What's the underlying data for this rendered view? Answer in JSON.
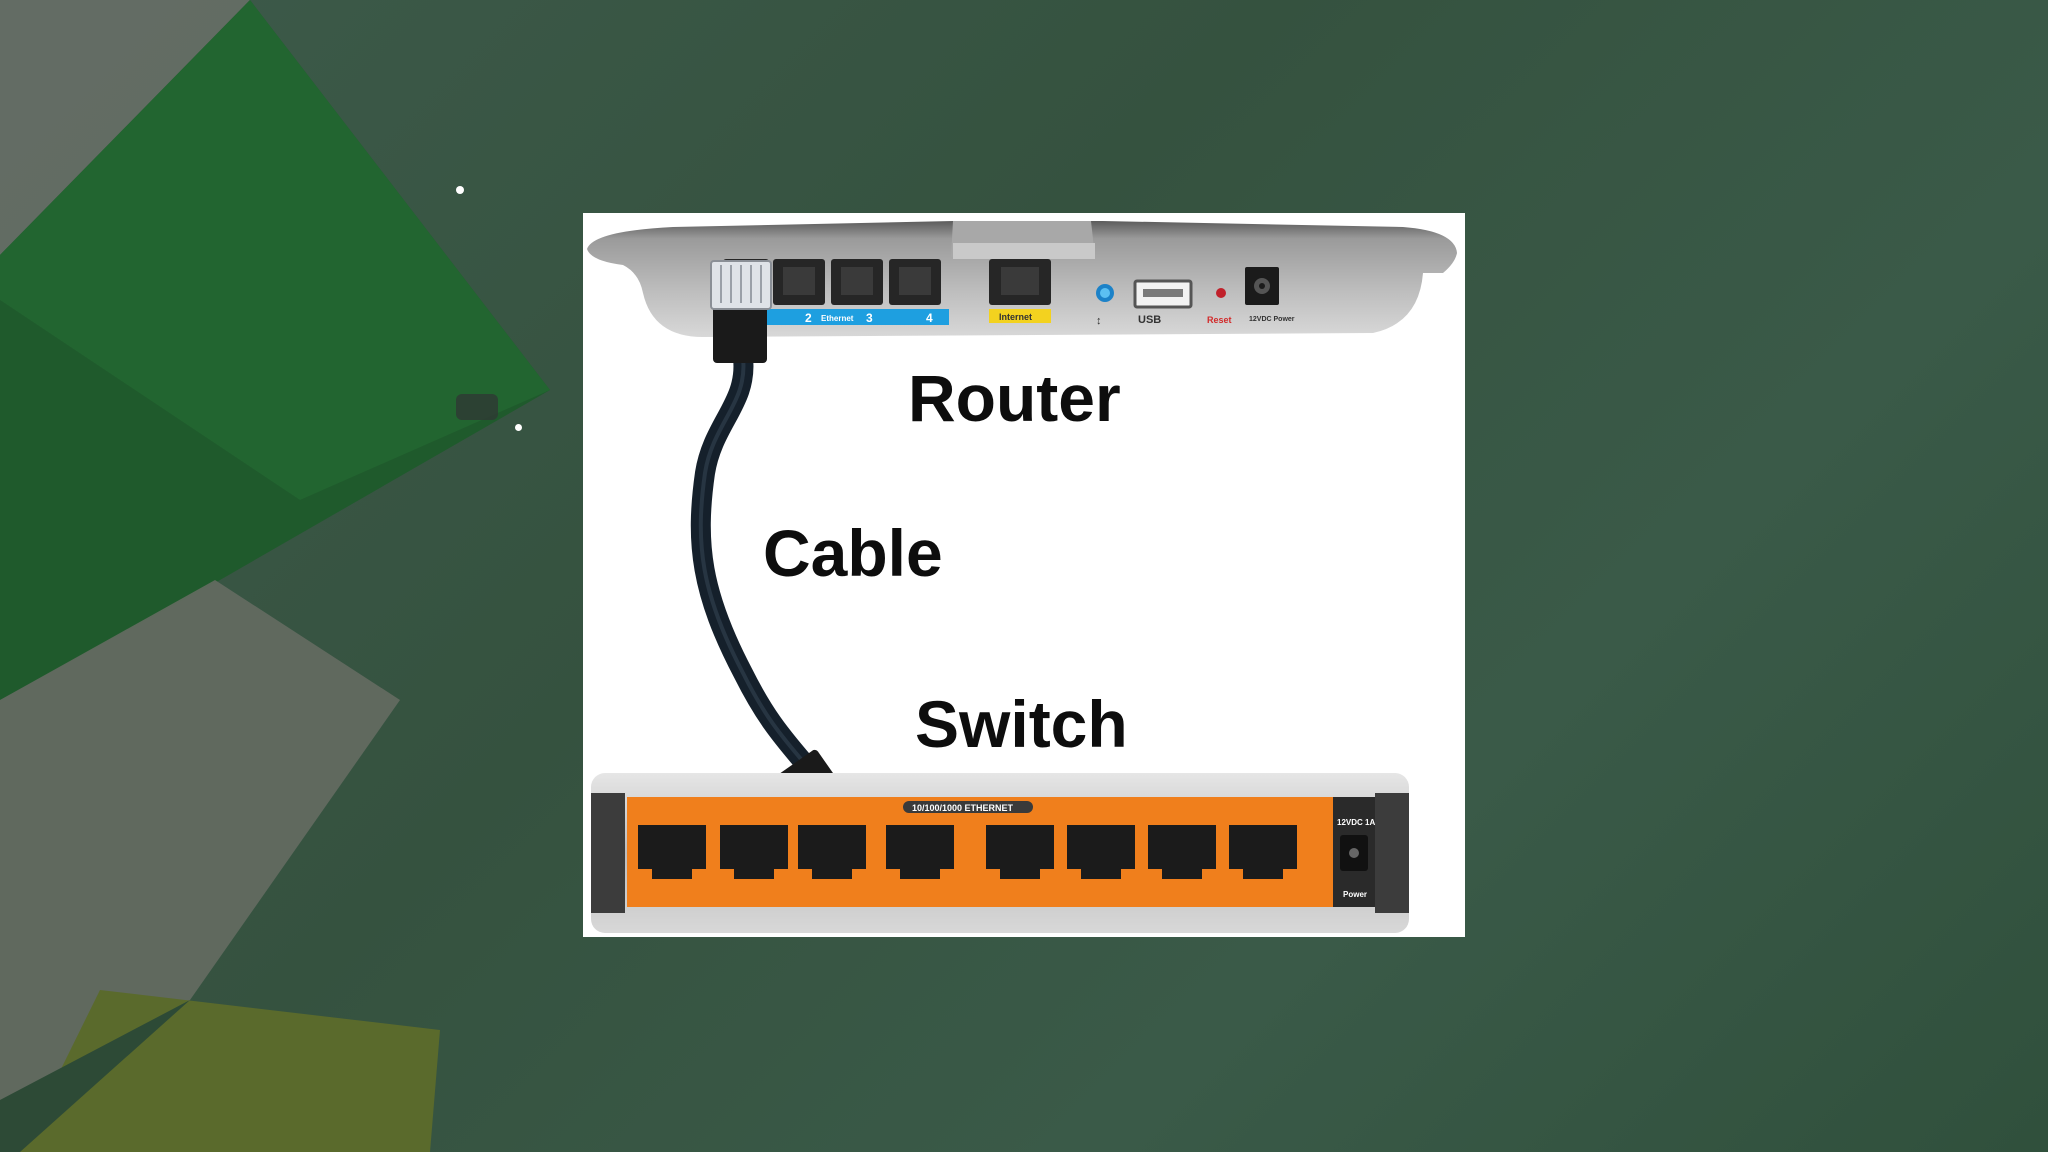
{
  "labels": {
    "router": "Router",
    "cable": "Cable",
    "switch": "Switch"
  },
  "router": {
    "ethernet_label": "Ethernet",
    "port_numbers": [
      "2",
      "3",
      "4"
    ],
    "internet_label": "Internet",
    "usb_label": "USB",
    "reset_label": "Reset",
    "power_label": "12VDC Power"
  },
  "switch": {
    "ethernet_label": "10/100/1000 ETHERNET",
    "power_rating": "12VDC 1A",
    "power_label": "Power"
  },
  "colors": {
    "ethernet_band": "#1e9fe0",
    "internet_band": "#f3d21f",
    "switch_panel": "#f07f1c",
    "cable": "#15202b",
    "background": "#3d5a4a"
  }
}
